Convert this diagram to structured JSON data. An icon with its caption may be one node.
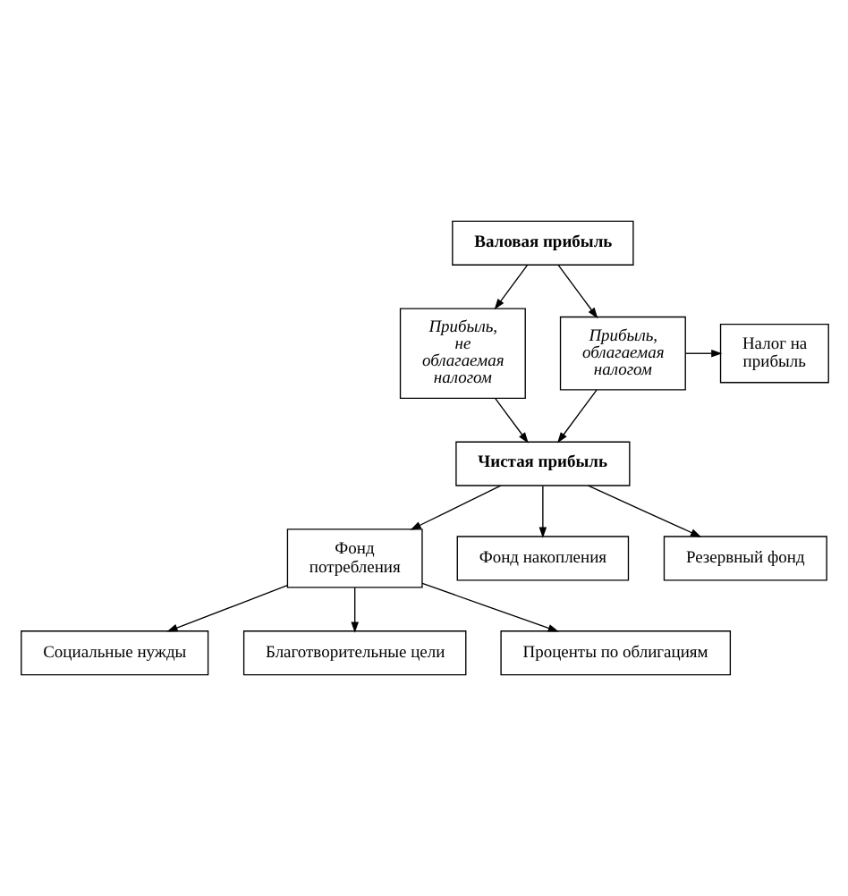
{
  "diagram": {
    "nodes": [
      {
        "text": [
          "Валовая прибыль"
        ]
      },
      {
        "text": [
          "Прибыль, не облагаемая налогом"
        ]
      },
      {
        "text": [
          "Прибыль, облагаемая налогом"
        ]
      },
      {
        "text": [
          "Налог на прибыль"
        ]
      },
      {
        "text": [
          "Чистая прибыль"
        ]
      },
      {
        "text": [
          "Фонд потребления"
        ]
      },
      {
        "text": [
          "Фонд накопления"
        ]
      },
      {
        "text": [
          "Резервный фонд"
        ]
      },
      {
        "text": [
          "Социальные нужды"
        ]
      },
      {
        "text": [
          "Благотворительные цели"
        ]
      },
      {
        "text": [
          "Проценты по облигациям"
        ]
      }
    ],
    "edges": [
      {
        "from": 0,
        "to": 1,
        "arrow": "to"
      },
      {
        "from": 0,
        "to": 2,
        "arrow": "to"
      },
      {
        "from": 2,
        "to": 3,
        "arrow": "to"
      },
      {
        "from": 1,
        "to": 4,
        "arrow": "to"
      },
      {
        "from": 2,
        "to": 4,
        "arrow": "to"
      },
      {
        "from": 4,
        "to": 5,
        "arrow": "to"
      },
      {
        "from": 4,
        "to": 6,
        "arrow": "to"
      },
      {
        "from": 4,
        "to": 7,
        "arrow": "to"
      },
      {
        "from": 5,
        "to": 8,
        "arrow": "to"
      },
      {
        "from": 5,
        "to": 9,
        "arrow": "to"
      },
      {
        "from": 5,
        "to": 10,
        "arrow": "to"
      }
    ]
  }
}
